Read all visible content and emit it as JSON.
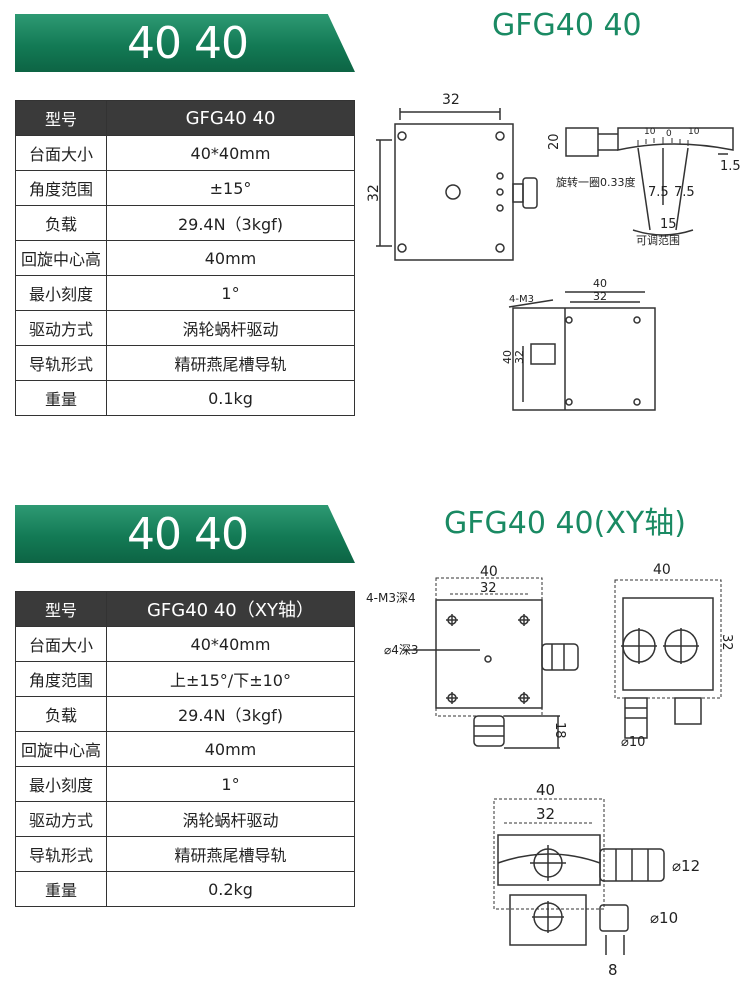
{
  "section1": {
    "banner": "40 40",
    "title": "GFG40 40",
    "header_key": "型号",
    "model": "GFG40 40",
    "rows": [
      {
        "k": "台面大小",
        "v": "40*40mm"
      },
      {
        "k": "角度范围",
        "v": "±15°"
      },
      {
        "k": "负载",
        "v": "29.4N（3kgf)"
      },
      {
        "k": "回旋中心高",
        "v": "40mm"
      },
      {
        "k": "最小刻度",
        "v": "1°"
      },
      {
        "k": "驱动方式",
        "v": "涡轮蜗杆驱动"
      },
      {
        "k": "导轨形式",
        "v": "精研燕尾槽导轨"
      },
      {
        "k": "重量",
        "v": "0.1kg"
      }
    ],
    "drawing": {
      "top_w": "32",
      "top_h": "32",
      "h20": "20",
      "d15": "1.5",
      "scale_l": "10",
      "scale_0": "0",
      "scale_r": "10",
      "rot_note": "旋转一圈0.33度",
      "a1": "7.5",
      "a2": "7.5",
      "range": "15",
      "range_label": "可调范围",
      "bot_w40": "40",
      "bot_w32": "32",
      "bot_h40": "40",
      "bot_h32": "32",
      "screw": "4-M3"
    }
  },
  "section2": {
    "banner": "40 40",
    "title": "GFG40 40(XY轴)",
    "header_key": "型号",
    "model": "GFG40 40（XY轴）",
    "rows": [
      {
        "k": "台面大小",
        "v": "40*40mm"
      },
      {
        "k": "角度范围",
        "v": "上±15°/下±10°"
      },
      {
        "k": "负载",
        "v": "29.4N（3kgf)"
      },
      {
        "k": "回旋中心高",
        "v": "40mm"
      },
      {
        "k": "最小刻度",
        "v": "1°"
      },
      {
        "k": "驱动方式",
        "v": "涡轮蜗杆驱动"
      },
      {
        "k": "导轨形式",
        "v": "精研燕尾槽导轨"
      },
      {
        "k": "重量",
        "v": "0.2kg"
      }
    ],
    "drawing": {
      "w40": "40",
      "w32": "32",
      "screw": "4-M3深4",
      "hole": "⌀4深3",
      "h18": "18",
      "side_w40": "40",
      "side_h32": "32",
      "side_d10": "⌀10",
      "front_w40": "40",
      "front_w32": "32",
      "front_d12": "⌀12",
      "front_d10": "⌀10",
      "front_8": "8"
    }
  }
}
